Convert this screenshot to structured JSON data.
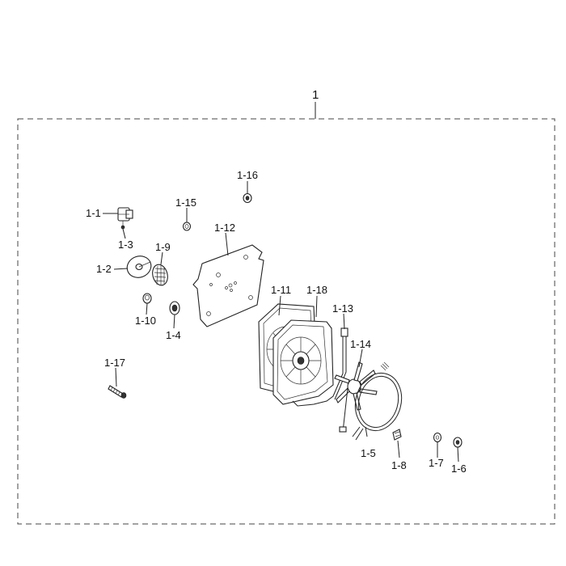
{
  "assembly": {
    "number": "1",
    "parts": [
      {
        "id": "1-1"
      },
      {
        "id": "1-2"
      },
      {
        "id": "1-3"
      },
      {
        "id": "1-4"
      },
      {
        "id": "1-5"
      },
      {
        "id": "1-6"
      },
      {
        "id": "1-7"
      },
      {
        "id": "1-8"
      },
      {
        "id": "1-9"
      },
      {
        "id": "1-10"
      },
      {
        "id": "1-11"
      },
      {
        "id": "1-12"
      },
      {
        "id": "1-13"
      },
      {
        "id": "1-14"
      },
      {
        "id": "1-15"
      },
      {
        "id": "1-16"
      },
      {
        "id": "1-17"
      },
      {
        "id": "1-18"
      }
    ]
  }
}
